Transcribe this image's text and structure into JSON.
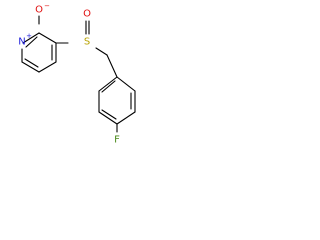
{
  "molecule": {
    "atoms": {
      "ring_nitrogen": {
        "symbol": "N",
        "color": "#1f1fdb"
      },
      "n_oxide_oxygen": {
        "symbol": "O",
        "color": "#e01010"
      },
      "sulfur": {
        "symbol": "S",
        "color": "#b8a300"
      },
      "sulfinyl_oxygen": {
        "symbol": "O",
        "color": "#e01010"
      },
      "fluorine": {
        "symbol": "F",
        "color": "#4a8a1a"
      }
    },
    "charges": {
      "n_plus": "+",
      "o_minus": "−"
    }
  }
}
